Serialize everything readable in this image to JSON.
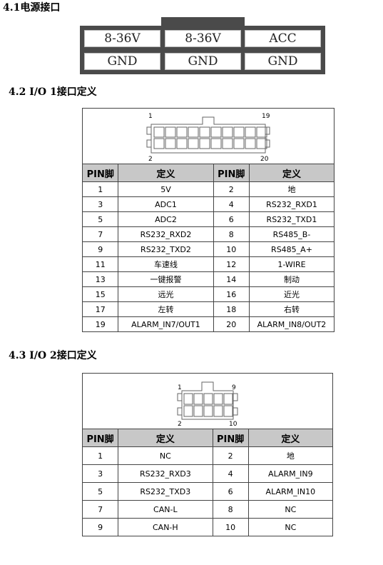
{
  "sections": {
    "power_title": "4.1电源接口",
    "io1_title": "4.2 I/O 1接口定义",
    "io2_title": "4.3 I/O 2接口定义"
  },
  "power": {
    "row1": [
      "8-36V",
      "8-36V",
      "ACC"
    ],
    "row2": [
      "GND",
      "GND",
      "GND"
    ]
  },
  "io1": {
    "connector_labels": {
      "top_left": "1",
      "top_right": "19",
      "bottom_left": "2",
      "bottom_right": "20"
    },
    "headers": [
      "PIN脚",
      "定义",
      "PIN脚",
      "定义"
    ],
    "rows": [
      [
        "1",
        "5V",
        "2",
        "地"
      ],
      [
        "3",
        "ADC1",
        "4",
        "RS232_RXD1"
      ],
      [
        "5",
        "ADC2",
        "6",
        "RS232_TXD1"
      ],
      [
        "7",
        "RS232_RXD2",
        "8",
        "RS485_B-"
      ],
      [
        "9",
        "RS232_TXD2",
        "10",
        "RS485_A+"
      ],
      [
        "11",
        "车速线",
        "12",
        "1-WIRE"
      ],
      [
        "13",
        "一键报警",
        "14",
        "制动"
      ],
      [
        "15",
        "远光",
        "16",
        "近光"
      ],
      [
        "17",
        "左转",
        "18",
        "右转"
      ],
      [
        "19",
        "ALARM_IN7/OUT1",
        "20",
        "ALARM_IN8/OUT2"
      ]
    ]
  },
  "io2": {
    "connector_labels": {
      "top_left": "1",
      "top_right": "9",
      "bottom_left": "2",
      "bottom_right": "10"
    },
    "headers": [
      "PIN脚",
      "定义",
      "PIN脚",
      "定义"
    ],
    "rows": [
      [
        "1",
        "NC",
        "2",
        "地"
      ],
      [
        "3",
        "RS232_RXD3",
        "4",
        "ALARM_IN9"
      ],
      [
        "5",
        "RS232_TXD3",
        "6",
        "ALARM_IN10"
      ],
      [
        "7",
        "CAN-L",
        "8",
        "NC"
      ],
      [
        "9",
        "CAN-H",
        "10",
        "NC"
      ]
    ]
  }
}
